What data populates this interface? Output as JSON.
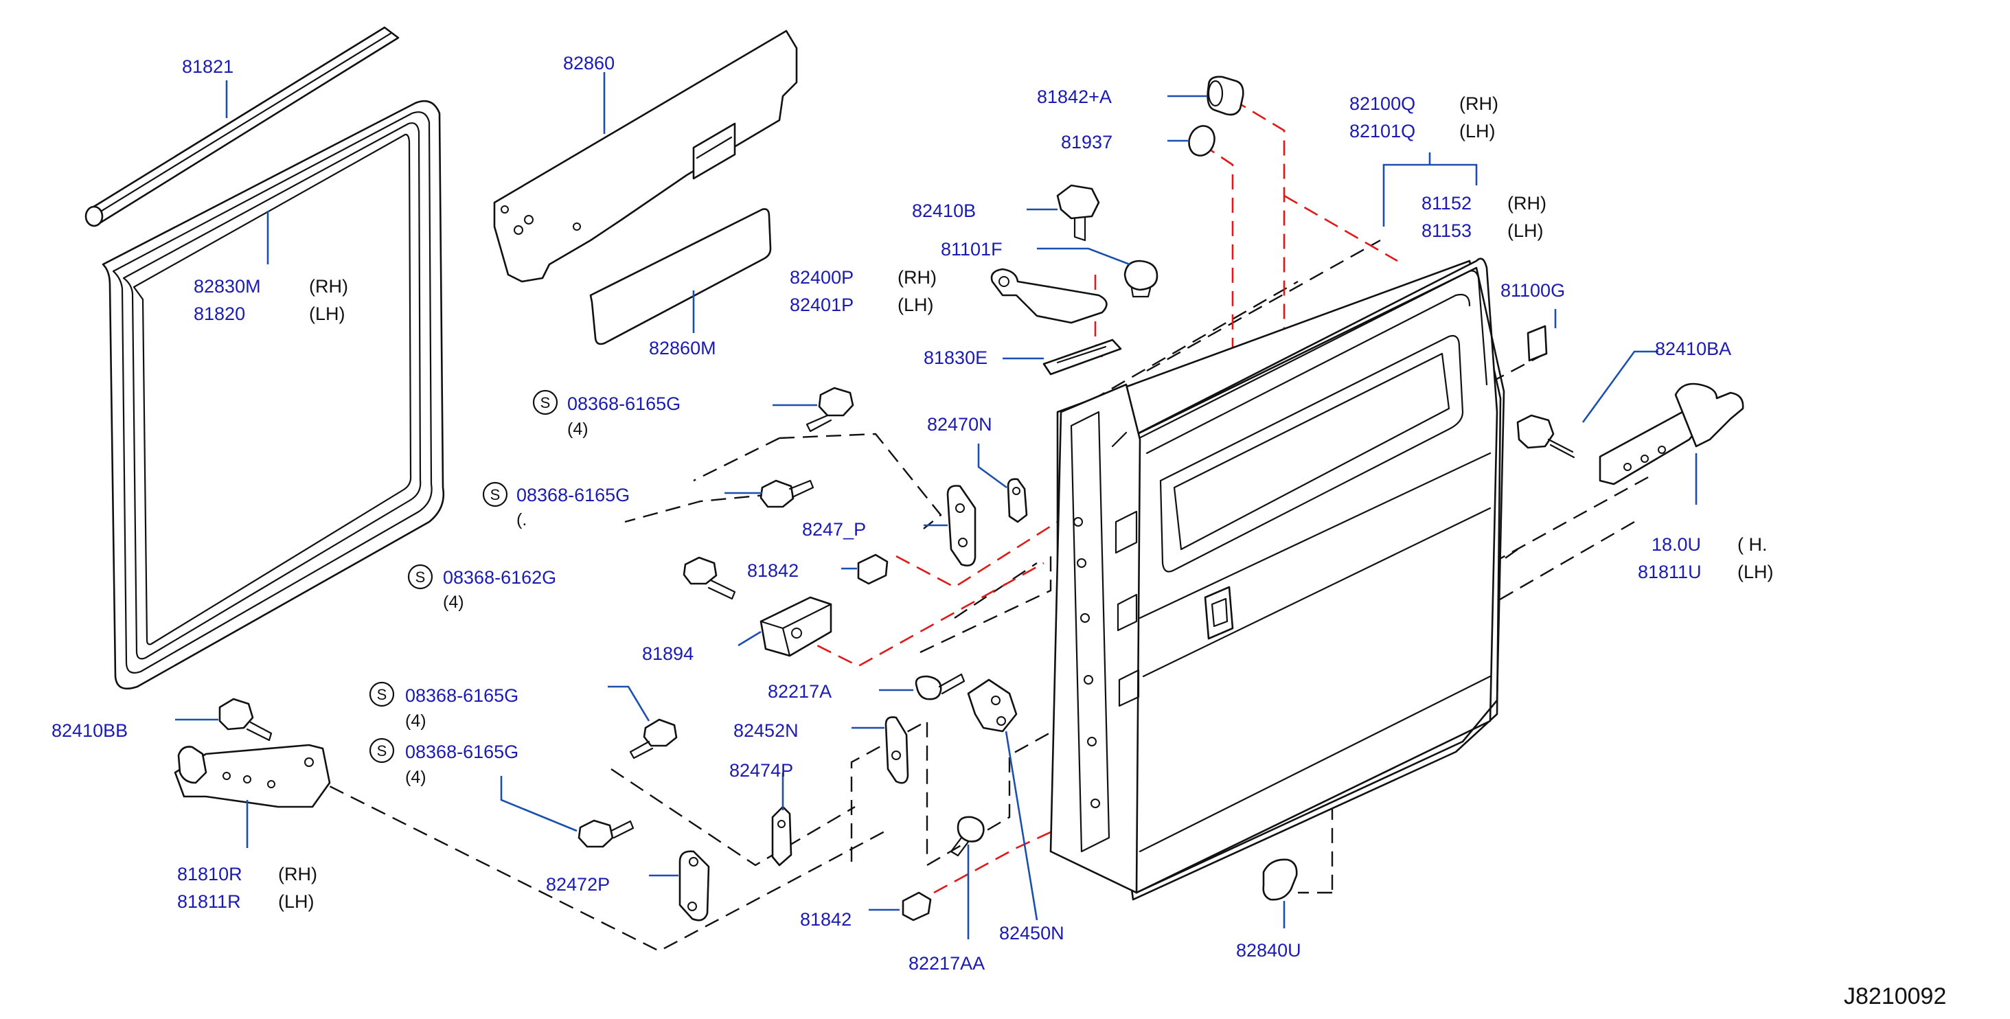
{
  "colors": {
    "part_number": "#1a1ab4",
    "leader": "#1a4fb0",
    "line": "#111111",
    "red_dash": "#e01818",
    "background": "#ffffff"
  },
  "labels": {
    "p81821": "81821",
    "p82860": "82860",
    "p82830M": "82830M",
    "p81820": "81820",
    "p82860M": "82860M",
    "p81842A": "81842+A",
    "p81937": "81937",
    "p82100Q": "82100Q",
    "p82101Q": "82101Q",
    "p82410B": "82410B",
    "p81101F": "81101F",
    "p81152": "81152",
    "p81153": "81153",
    "p82400P": "82400P",
    "p82401P": "82401P",
    "p81830E": "81830E",
    "p81100G": "81100G",
    "p82410BA": "82410BA",
    "s1": "08368-6165G",
    "s2": "08368-6165G",
    "s3": "08368-6162G",
    "s4": "08368-6165G",
    "s5": "08368-6165G",
    "p82470N": "82470N",
    "p8247xP": "8247_P",
    "p81842a": "81842",
    "p81894": "81894",
    "p82217A": "82217A",
    "p82452N": "82452N",
    "p82474P": "82474P",
    "p82410BB": "82410BB",
    "p81810R": "81810R",
    "p81811R": "81811R",
    "p82472P": "82472P",
    "p81842b": "81842",
    "p82217AA": "82217AA",
    "p82450N": "82450N",
    "p82840U": "82840U",
    "p818xxU": "18.0U",
    "p81811U": "81811U"
  },
  "sides": {
    "rh": "(RH)",
    "lh": "(LH)",
    "rh_partial": "( H."
  },
  "qty": {
    "four": "(4)",
    "four_partial": "(."
  },
  "s_mark": "S",
  "reference": "J8210092"
}
